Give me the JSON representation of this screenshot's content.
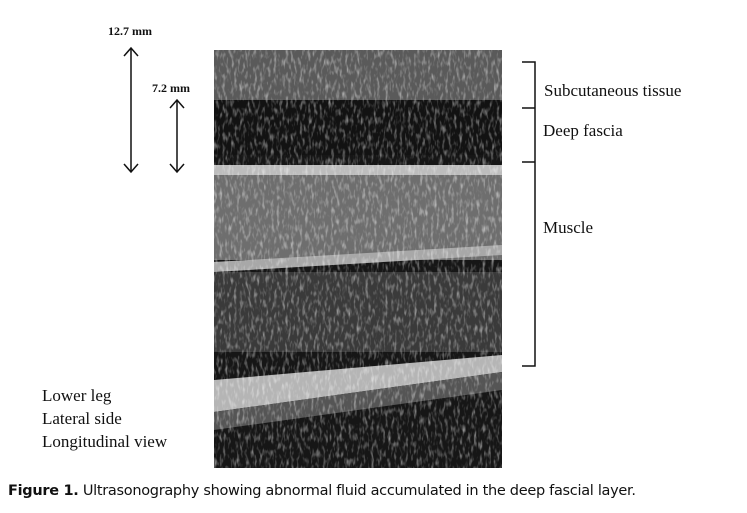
{
  "figure": {
    "measurements": [
      "12.7 mm",
      "7.2 mm"
    ],
    "layer_labels": [
      "Subcutaneous tissue",
      "Deep fascia",
      "Muscle"
    ],
    "view_info": [
      "Lower leg",
      "Lateral side",
      "Longitudinal view"
    ],
    "caption_label": "Figure 1.",
    "caption_text": " Ultrasonography showing abnormal fluid accumulated in the deep fascial layer."
  }
}
